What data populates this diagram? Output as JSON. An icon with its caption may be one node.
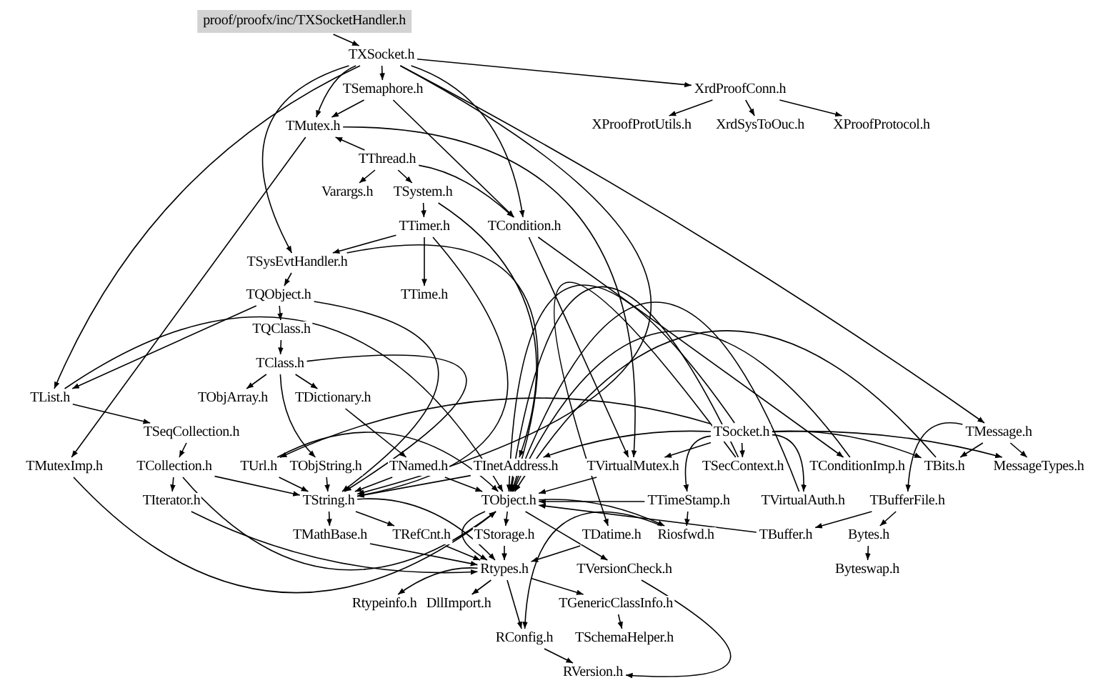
{
  "diagram": {
    "nodes": [
      {
        "text": [
          "proof/proofx/inc/TXSocketHandler.h"
        ]
      },
      {
        "text": [
          "TXSocket.h"
        ]
      },
      {
        "text": [
          "TSemaphore.h"
        ]
      },
      {
        "text": [
          "XrdProofConn.h"
        ]
      },
      {
        "text": [
          "TMutex.h"
        ]
      },
      {
        "text": [
          "XProofProtUtils.h"
        ]
      },
      {
        "text": [
          "XrdSysToOuc.h"
        ]
      },
      {
        "text": [
          "XProofProtocol.h"
        ]
      },
      {
        "text": [
          "TThread.h"
        ]
      },
      {
        "text": [
          "Varargs.h"
        ]
      },
      {
        "text": [
          "TSystem.h"
        ]
      },
      {
        "text": [
          "TTimer.h"
        ]
      },
      {
        "text": [
          "TCondition.h"
        ]
      },
      {
        "text": [
          "TSysEvtHandler.h"
        ]
      },
      {
        "text": [
          "TTime.h"
        ]
      },
      {
        "text": [
          "TQObject.h"
        ]
      },
      {
        "text": [
          "TQClass.h"
        ]
      },
      {
        "text": [
          "TClass.h"
        ]
      },
      {
        "text": [
          "TList.h"
        ]
      },
      {
        "text": [
          "TObjArray.h"
        ]
      },
      {
        "text": [
          "TDictionary.h"
        ]
      },
      {
        "text": [
          "TSeqCollection.h"
        ]
      },
      {
        "text": [
          "TSocket.h"
        ]
      },
      {
        "text": [
          "TMessage.h"
        ]
      },
      {
        "text": [
          "TMutexImp.h"
        ]
      },
      {
        "text": [
          "TCollection.h"
        ]
      },
      {
        "text": [
          "TUrl.h"
        ]
      },
      {
        "text": [
          "TObjString.h"
        ]
      },
      {
        "text": [
          "TNamed.h"
        ]
      },
      {
        "text": [
          "TInetAddress.h"
        ]
      },
      {
        "text": [
          "TVirtualMutex.h"
        ]
      },
      {
        "text": [
          "TSecContext.h"
        ]
      },
      {
        "text": [
          "TConditionImp.h"
        ]
      },
      {
        "text": [
          "TBits.h"
        ]
      },
      {
        "text": [
          "MessageTypes.h"
        ]
      },
      {
        "text": [
          "TIterator.h"
        ]
      },
      {
        "text": [
          "TString.h"
        ]
      },
      {
        "text": [
          "TObject.h"
        ]
      },
      {
        "text": [
          "TTimeStamp.h"
        ]
      },
      {
        "text": [
          "TVirtualAuth.h"
        ]
      },
      {
        "text": [
          "TBufferFile.h"
        ]
      },
      {
        "text": [
          "TMathBase.h"
        ]
      },
      {
        "text": [
          "TRefCnt.h"
        ]
      },
      {
        "text": [
          "TStorage.h"
        ]
      },
      {
        "text": [
          "TDatime.h"
        ]
      },
      {
        "text": [
          "Riosfwd.h"
        ]
      },
      {
        "text": [
          "TBuffer.h"
        ]
      },
      {
        "text": [
          "Bytes.h"
        ]
      },
      {
        "text": [
          "Rtypes.h"
        ]
      },
      {
        "text": [
          "TVersionCheck.h"
        ]
      },
      {
        "text": [
          "Byteswap.h"
        ]
      },
      {
        "text": [
          "Rtypeinfo.h"
        ]
      },
      {
        "text": [
          "DllImport.h"
        ]
      },
      {
        "text": [
          "TGenericClassInfo.h"
        ]
      },
      {
        "text": [
          "RConfig.h"
        ]
      },
      {
        "text": [
          "TSchemaHelper.h"
        ]
      },
      {
        "text": [
          "RVersion.h"
        ]
      }
    ],
    "edges": [
      {
        "from": 0,
        "to": 1,
        "arrow": "to"
      },
      {
        "from": 1,
        "to": 2,
        "arrow": "to"
      },
      {
        "from": 1,
        "to": 3,
        "arrow": "to"
      },
      {
        "from": 1,
        "to": 4,
        "arrow": "to"
      },
      {
        "from": 1,
        "to": 13,
        "arrow": "to"
      },
      {
        "from": 1,
        "to": 18,
        "arrow": "to"
      },
      {
        "from": 1,
        "to": 23,
        "arrow": "to"
      },
      {
        "from": 1,
        "to": 12,
        "arrow": "to"
      },
      {
        "from": 1,
        "to": 36,
        "arrow": "to"
      },
      {
        "from": 2,
        "to": 4,
        "arrow": "to"
      },
      {
        "from": 2,
        "to": 12,
        "arrow": "to"
      },
      {
        "from": 3,
        "to": 5,
        "arrow": "to"
      },
      {
        "from": 3,
        "to": 6,
        "arrow": "to"
      },
      {
        "from": 3,
        "to": 7,
        "arrow": "to"
      },
      {
        "from": 4,
        "to": 24,
        "arrow": "to"
      },
      {
        "from": 4,
        "to": 30,
        "arrow": "to"
      },
      {
        "from": 8,
        "to": 4,
        "arrow": "to"
      },
      {
        "from": 8,
        "to": 9,
        "arrow": "to"
      },
      {
        "from": 8,
        "to": 10,
        "arrow": "to"
      },
      {
        "from": 8,
        "to": 12,
        "arrow": "to"
      },
      {
        "from": 10,
        "to": 11,
        "arrow": "to"
      },
      {
        "from": 10,
        "to": 29,
        "arrow": "to"
      },
      {
        "from": 11,
        "to": 13,
        "arrow": "to"
      },
      {
        "from": 11,
        "to": 14,
        "arrow": "to"
      },
      {
        "from": 11,
        "to": 36,
        "arrow": "to"
      },
      {
        "from": 13,
        "to": 15,
        "arrow": "to"
      },
      {
        "from": 13,
        "to": 37,
        "arrow": "to"
      },
      {
        "from": 12,
        "to": 32,
        "arrow": "to"
      },
      {
        "from": 12,
        "to": 30,
        "arrow": "to"
      },
      {
        "from": 15,
        "to": 16,
        "arrow": "to"
      },
      {
        "from": 15,
        "to": 18,
        "arrow": "to"
      },
      {
        "from": 15,
        "to": 36,
        "arrow": "to"
      },
      {
        "from": 16,
        "to": 17,
        "arrow": "to"
      },
      {
        "from": 17,
        "to": 19,
        "arrow": "to"
      },
      {
        "from": 17,
        "to": 20,
        "arrow": "to"
      },
      {
        "from": 17,
        "to": 27,
        "arrow": "to"
      },
      {
        "from": 17,
        "to": 36,
        "arrow": "to"
      },
      {
        "from": 20,
        "to": 28,
        "arrow": "to"
      },
      {
        "from": 18,
        "to": 21,
        "arrow": "to"
      },
      {
        "from": 18,
        "to": 37,
        "arrow": "to"
      },
      {
        "from": 21,
        "to": 25,
        "arrow": "to"
      },
      {
        "from": 25,
        "to": 35,
        "arrow": "to"
      },
      {
        "from": 25,
        "to": 37,
        "arrow": "to"
      },
      {
        "from": 25,
        "to": 36,
        "arrow": "to"
      },
      {
        "from": 24,
        "to": 37,
        "arrow": "to"
      },
      {
        "from": 26,
        "to": 36,
        "arrow": "to"
      },
      {
        "from": 26,
        "to": 37,
        "arrow": "to"
      },
      {
        "from": 27,
        "to": 36,
        "arrow": "to"
      },
      {
        "from": 28,
        "to": 37,
        "arrow": "to"
      },
      {
        "from": 28,
        "to": 36,
        "arrow": "to"
      },
      {
        "from": 29,
        "to": 37,
        "arrow": "to"
      },
      {
        "from": 29,
        "to": 36,
        "arrow": "to"
      },
      {
        "from": 22,
        "to": 29,
        "arrow": "to"
      },
      {
        "from": 22,
        "to": 30,
        "arrow": "to"
      },
      {
        "from": 22,
        "to": 31,
        "arrow": "to"
      },
      {
        "from": 22,
        "to": 33,
        "arrow": "to"
      },
      {
        "from": 22,
        "to": 34,
        "arrow": "to"
      },
      {
        "from": 22,
        "to": 37,
        "arrow": "to"
      },
      {
        "from": 22,
        "to": 26,
        "arrow": "to"
      },
      {
        "from": 22,
        "to": 38,
        "arrow": "to"
      },
      {
        "from": 22,
        "to": 39,
        "arrow": "to"
      },
      {
        "from": 23,
        "to": 34,
        "arrow": "to"
      },
      {
        "from": 23,
        "to": 40,
        "arrow": "to"
      },
      {
        "from": 23,
        "to": 33,
        "arrow": "to"
      },
      {
        "from": 31,
        "to": 37,
        "arrow": "to"
      },
      {
        "from": 31,
        "to": 44,
        "arrow": "to"
      },
      {
        "from": 32,
        "to": 37,
        "arrow": "to"
      },
      {
        "from": 33,
        "to": 37,
        "arrow": "to"
      },
      {
        "from": 30,
        "to": 37,
        "arrow": "to"
      },
      {
        "from": 36,
        "to": 41,
        "arrow": "to"
      },
      {
        "from": 36,
        "to": 42,
        "arrow": "to"
      },
      {
        "from": 36,
        "to": 48,
        "arrow": "to"
      },
      {
        "from": 37,
        "to": 48,
        "arrow": "to"
      },
      {
        "from": 37,
        "to": 43,
        "arrow": "to"
      },
      {
        "from": 37,
        "to": 45,
        "arrow": "to"
      },
      {
        "from": 37,
        "to": 49,
        "arrow": "to"
      },
      {
        "from": 38,
        "to": 37,
        "arrow": "to"
      },
      {
        "from": 38,
        "to": 45,
        "arrow": "to"
      },
      {
        "from": 39,
        "to": 37,
        "arrow": "to"
      },
      {
        "from": 40,
        "to": 46,
        "arrow": "to"
      },
      {
        "from": 40,
        "to": 47,
        "arrow": "to"
      },
      {
        "from": 46,
        "to": 37,
        "arrow": "to"
      },
      {
        "from": 47,
        "to": 50,
        "arrow": "to"
      },
      {
        "from": 43,
        "to": 48,
        "arrow": "to"
      },
      {
        "from": 41,
        "to": 48,
        "arrow": "to"
      },
      {
        "from": 42,
        "to": 48,
        "arrow": "to"
      },
      {
        "from": 44,
        "to": 48,
        "arrow": "to"
      },
      {
        "from": 35,
        "to": 48,
        "arrow": "to"
      },
      {
        "from": 48,
        "to": 51,
        "arrow": "to"
      },
      {
        "from": 48,
        "to": 52,
        "arrow": "to"
      },
      {
        "from": 48,
        "to": 53,
        "arrow": "to"
      },
      {
        "from": 48,
        "to": 54,
        "arrow": "to"
      },
      {
        "from": 49,
        "to": 56,
        "arrow": "to"
      },
      {
        "from": 54,
        "to": 56,
        "arrow": "to"
      },
      {
        "from": 45,
        "to": 54,
        "arrow": "to"
      },
      {
        "from": 53,
        "to": 55,
        "arrow": "to"
      }
    ]
  }
}
